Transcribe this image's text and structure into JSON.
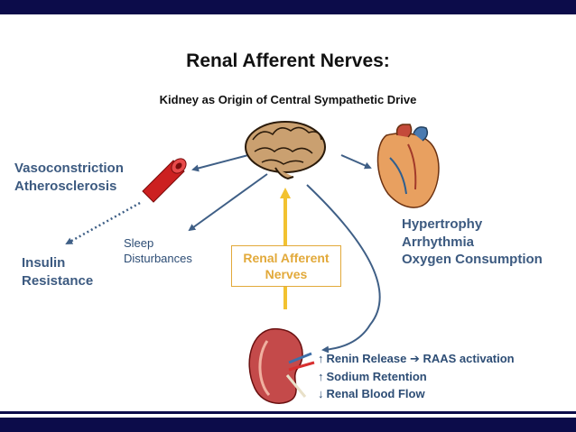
{
  "title": "Renal Afferent Nerves:",
  "subtitle": "Kidney as Origin of Central Sympathetic Drive",
  "labels": {
    "vasoconstriction": [
      "Vasoconstriction",
      "Atherosclerosis"
    ],
    "insulin": [
      "Insulin",
      "Resistance"
    ],
    "sleep": [
      "Sleep",
      "Disturbances"
    ],
    "heart": [
      "Hypertrophy",
      "Arrhythmia",
      "Oxygen Consumption"
    ]
  },
  "renal_box": [
    "Renal Afferent",
    "Nerves"
  ],
  "kidney_effects": [
    {
      "symbol": "↑",
      "text": "Renin Release ➔ RAAS activation"
    },
    {
      "symbol": "↑",
      "text": "Sodium Retention"
    },
    {
      "symbol": "↓",
      "text": "Renal Blood Flow"
    }
  ],
  "colors": {
    "frame": "#0c0c4a",
    "label": "#3c5a80",
    "accent": "#e2a93a",
    "arrow": "#3f5f86"
  },
  "icons": [
    "brain-icon",
    "blood-vessel-icon",
    "heart-icon",
    "kidney-icon"
  ]
}
